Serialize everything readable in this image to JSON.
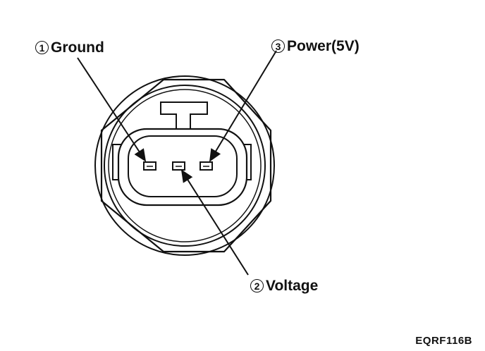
{
  "pins": [
    {
      "number": "1",
      "label": "Ground"
    },
    {
      "number": "2",
      "label": "Voltage"
    },
    {
      "number": "3",
      "label": "Power(5V)"
    }
  ],
  "figure_code": "EQRF116B"
}
